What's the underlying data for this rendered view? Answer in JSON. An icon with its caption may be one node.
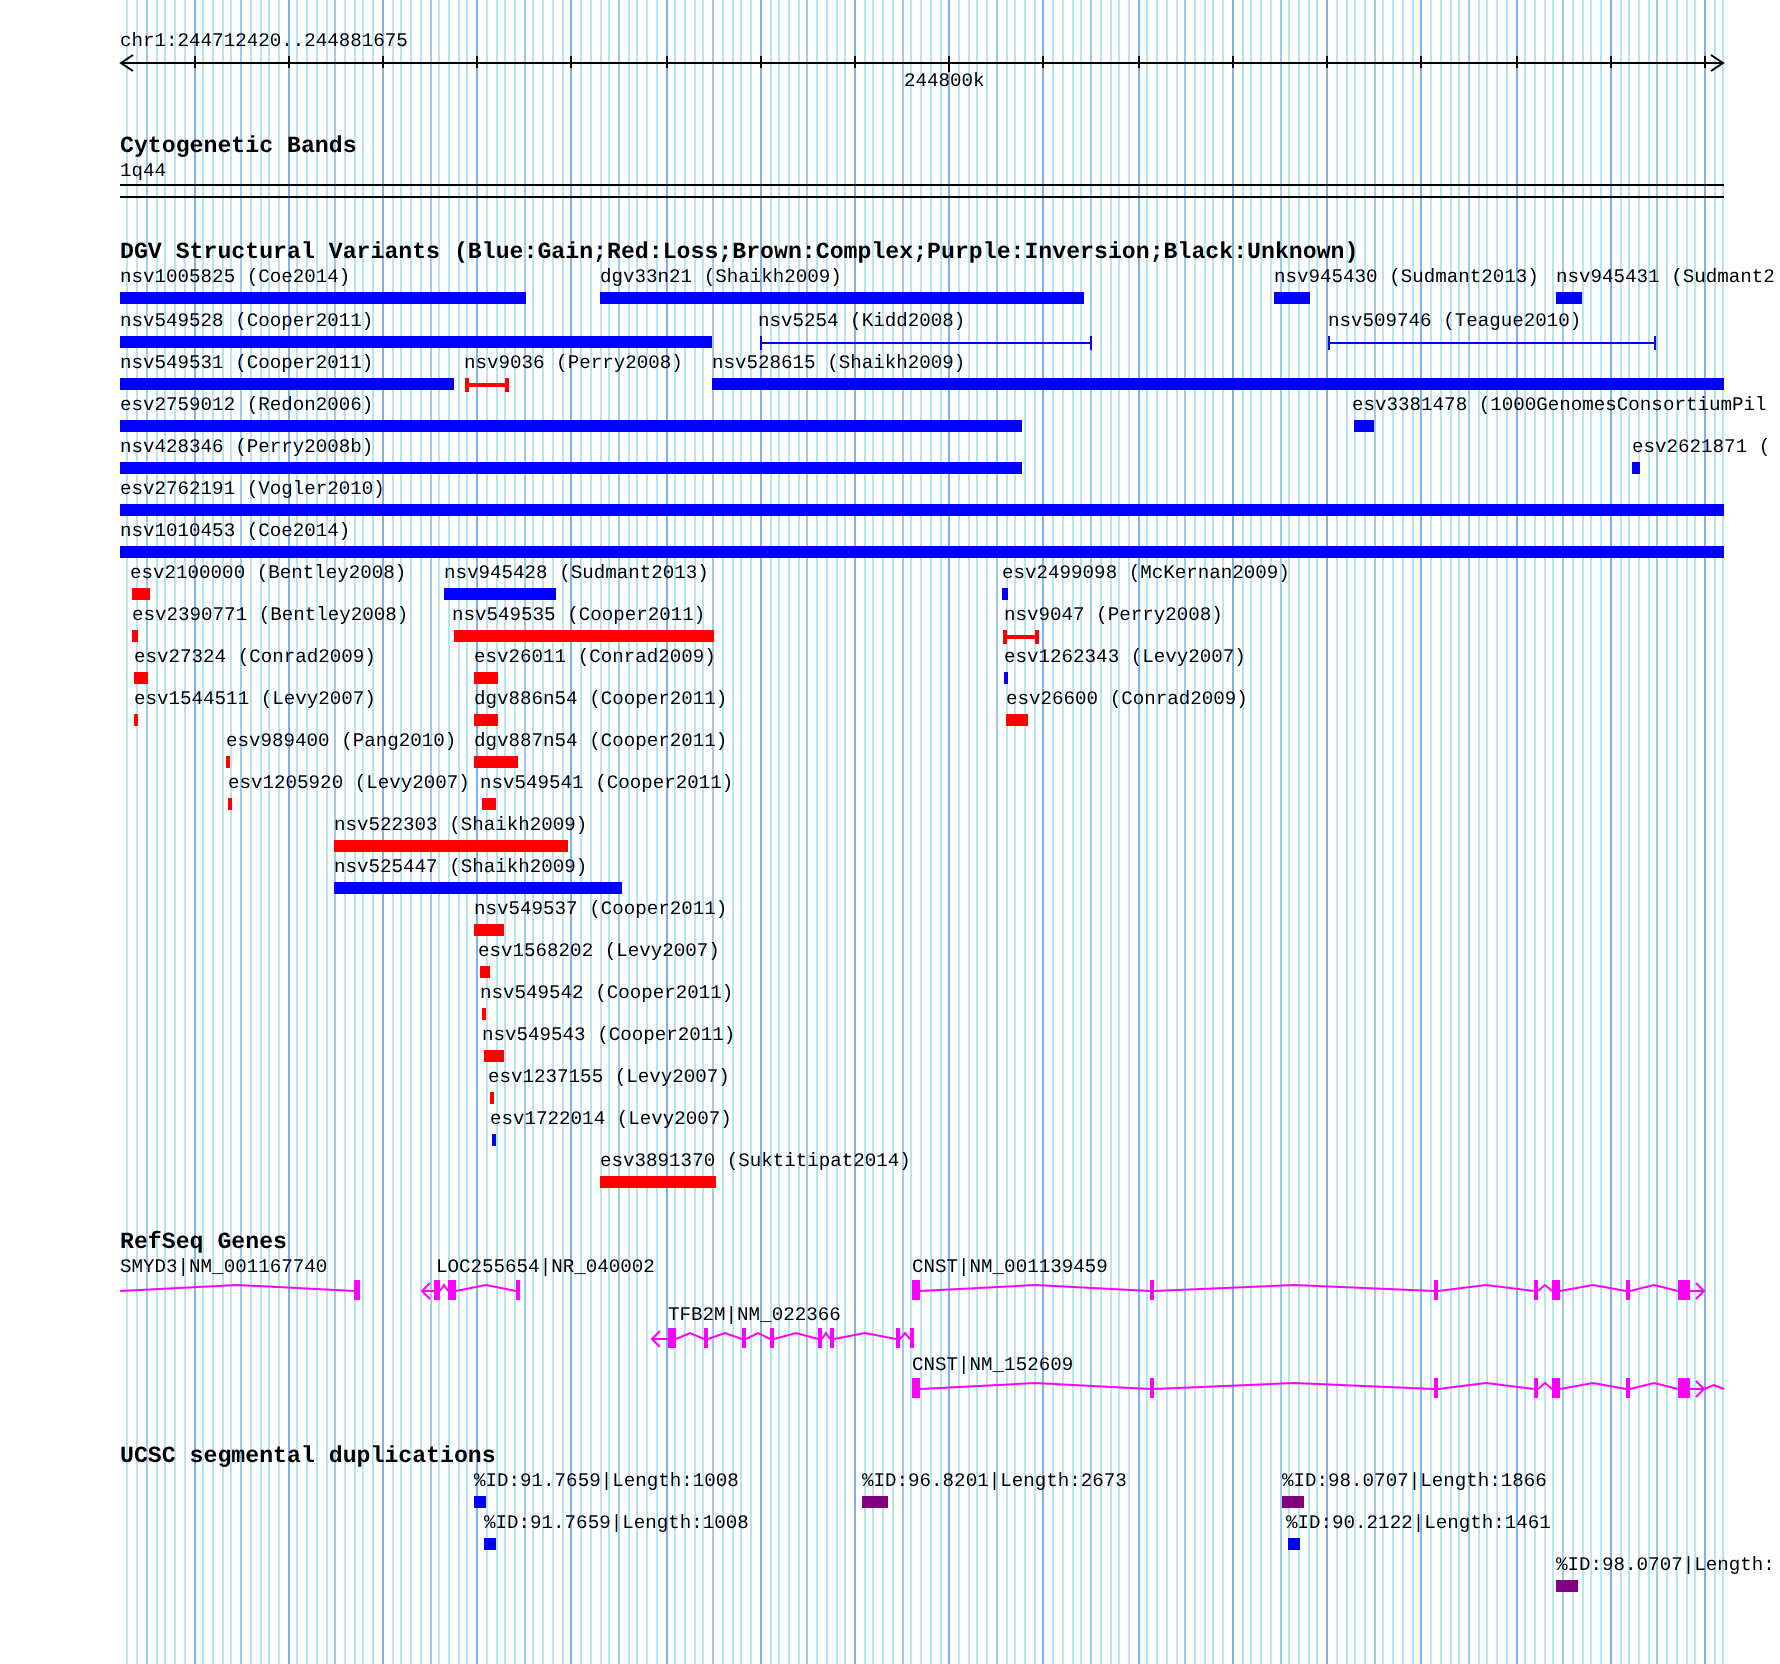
{
  "diagram": {
    "nodes": [
      {
        "text": [
          "1q44"
        ]
      },
      {
        "text": [
          "nsv1005825 (Coe2014)"
        ]
      },
      {
        "text": [
          "dgv33n21 (Shaikh2009)"
        ]
      },
      {
        "text": [
          "nsv945430 (Sudmant2013)"
        ]
      },
      {
        "text": [
          "nsv945431 (Sudmant2"
        ]
      },
      {
        "text": [
          "nsv549528 (Cooper2011)"
        ]
      },
      {
        "text": [
          "nsv5254 (Kidd2008)"
        ]
      },
      {
        "text": [
          "nsv509746 (Teague2010)"
        ]
      },
      {
        "text": [
          "nsv549531 (Cooper2011)"
        ]
      },
      {
        "text": [
          "nsv9036 (Perry2008)"
        ]
      },
      {
        "text": [
          "nsv528615 (Shaikh2009)"
        ]
      },
      {
        "text": [
          "esv2759012 (Redon2006)"
        ]
      },
      {
        "text": [
          "esv3381478 (1000GenomesConsortiumPil"
        ]
      },
      {
        "text": [
          "nsv428346 (Perry2008b)"
        ]
      },
      {
        "text": [
          "esv2621871 ("
        ]
      },
      {
        "text": [
          "esv2762191 (Vogler2010)"
        ]
      },
      {
        "text": [
          "nsv1010453 (Coe2014)"
        ]
      },
      {
        "text": [
          "esv2100000 (Bentley2008)"
        ]
      },
      {
        "text": [
          "nsv945428 (Sudmant2013)"
        ]
      },
      {
        "text": [
          "esv2499098 (McKernan2009)"
        ]
      },
      {
        "text": [
          "esv2390771 (Bentley2008)"
        ]
      },
      {
        "text": [
          "nsv549535 (Cooper2011)"
        ]
      },
      {
        "text": [
          "nsv9047 (Perry2008)"
        ]
      },
      {
        "text": [
          "esv27324 (Conrad2009)"
        ]
      },
      {
        "text": [
          "esv26011 (Conrad2009)"
        ]
      },
      {
        "text": [
          "esv1262343 (Levy2007)"
        ]
      },
      {
        "text": [
          "esv1544511 (Levy2007)"
        ]
      },
      {
        "text": [
          "dgv886n54 (Cooper2011)"
        ]
      },
      {
        "text": [
          "esv26600 (Conrad2009)"
        ]
      },
      {
        "text": [
          "esv989400 (Pang2010)"
        ]
      },
      {
        "text": [
          "dgv887n54 (Cooper2011)"
        ]
      },
      {
        "text": [
          "esv1205920 (Levy2007)"
        ]
      },
      {
        "text": [
          "nsv549541 (Cooper2011)"
        ]
      },
      {
        "text": [
          "nsv522303 (Shaikh2009)"
        ]
      },
      {
        "text": [
          "nsv525447 (Shaikh2009)"
        ]
      },
      {
        "text": [
          "nsv549537 (Cooper2011)"
        ]
      },
      {
        "text": [
          "esv1568202 (Levy2007)"
        ]
      },
      {
        "text": [
          "nsv549542 (Cooper2011)"
        ]
      },
      {
        "text": [
          "nsv549543 (Cooper2011)"
        ]
      },
      {
        "text": [
          "esv1237155 (Levy2007)"
        ]
      },
      {
        "text": [
          "esv1722014 (Levy2007)"
        ]
      },
      {
        "text": [
          "esv3891370 (Suktitipat2014)"
        ]
      },
      {
        "text": [
          "SMYD3|NM_001167740"
        ]
      },
      {
        "text": [
          "LOC255654|NR_040002"
        ]
      },
      {
        "text": [
          "CNST|NM_001139459"
        ]
      },
      {
        "text": [
          "TFB2M|NM_022366"
        ]
      },
      {
        "text": [
          "CNST|NM_152609"
        ]
      },
      {
        "text": [
          "%ID:91.7659|Length:1008"
        ]
      },
      {
        "text": [
          "%ID:96.8201|Length:2673"
        ]
      },
      {
        "text": [
          "%ID:98.0707|Length:1866"
        ]
      },
      {
        "text": [
          "%ID:91.7659|Length:1008"
        ]
      },
      {
        "text": [
          "%ID:90.2122|Length:1461"
        ]
      },
      {
        "text": [
          "%ID:98.0707|Length:"
        ]
      }
    ],
    "labels": [
      "chr1:244712420..244881675",
      "244800k",
      "Cytogenetic Bands",
      "DGV Structural Variants (Blue:Gain;Red:Loss;Brown:Complex;Purple:Inversion;Black:Unknown)",
      "RefSeq Genes",
      "UCSC segmental duplications"
    ]
  }
}
